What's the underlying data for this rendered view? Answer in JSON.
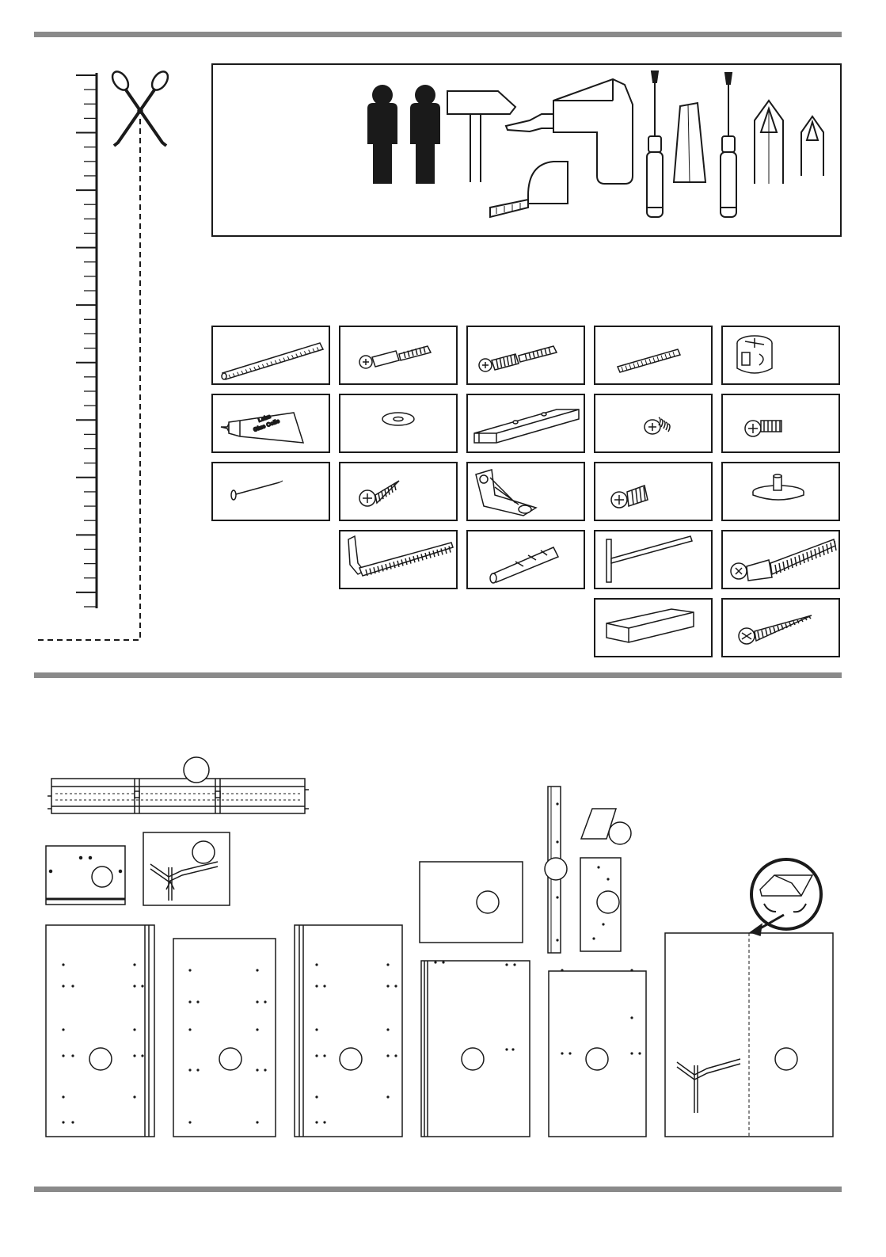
{
  "colors": {
    "rule": "#8a8a8a",
    "ink": "#1a1a1a"
  },
  "ruler": {
    "icon": "scissors-icon",
    "tick_count": 38
  },
  "tools": {
    "icons": [
      "two-people-icon",
      "hammer-icon",
      "drill-icon",
      "tape-measure-icon",
      "flathead-screwdriver-icon",
      "flat-bit-icon",
      "phillips-screwdriver-icon",
      "phillips-bit-large-icon",
      "phillips-bit-small-icon"
    ]
  },
  "hardware": {
    "rows": [
      [
        "wooden-dowel-large-icon",
        "cam-bolt-icon",
        "cam-bolt-ribbed-icon",
        "wooden-dowel-small-icon",
        "cam-lock-icon"
      ],
      [
        "glue-tube-icon",
        "washer-icon",
        "drawer-runner-icon",
        "short-screw-icon",
        "machine-screw-icon"
      ],
      [
        "nail-icon",
        "chipboard-screw-icon",
        "angle-bracket-icon",
        "euro-screw-icon",
        "furniture-glide-icon"
      ],
      [
        null,
        "hook-screw-icon",
        "wall-plug-icon",
        "allen-key-icon",
        "confirmat-screw-icon"
      ],
      [
        null,
        null,
        null,
        "wooden-block-icon",
        "long-wood-screw-icon"
      ]
    ],
    "glue_label_line1": "Leim",
    "glue_label_line2": "Glue Colle"
  },
  "panels": {
    "icons": [
      "long-rail-panel",
      "small-panel",
      "joint-detail",
      "side-panel-left",
      "side-panel-middle",
      "side-panel-right",
      "top-panel",
      "vertical-strip-panel",
      "small-parallelogram-part",
      "narrow-panel",
      "back-panel-left",
      "door-panel",
      "folded-back-panel",
      "flip-over-detail-icon"
    ]
  }
}
